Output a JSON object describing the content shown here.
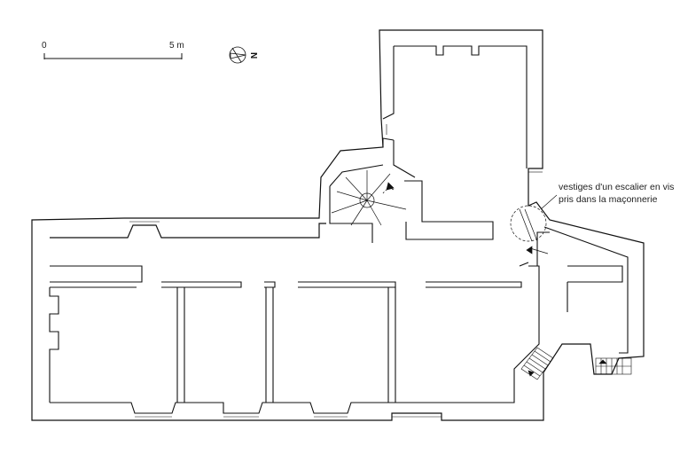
{
  "scale_bar": {
    "start_label": "0",
    "end_label": "5 m"
  },
  "north_arrow": {
    "label": "N"
  },
  "annotation": {
    "line1": "vestiges d'un escalier en vis",
    "line2": "pris dans la maçonnerie"
  },
  "colors": {
    "ink": "#111111",
    "paper": "#ffffff"
  }
}
